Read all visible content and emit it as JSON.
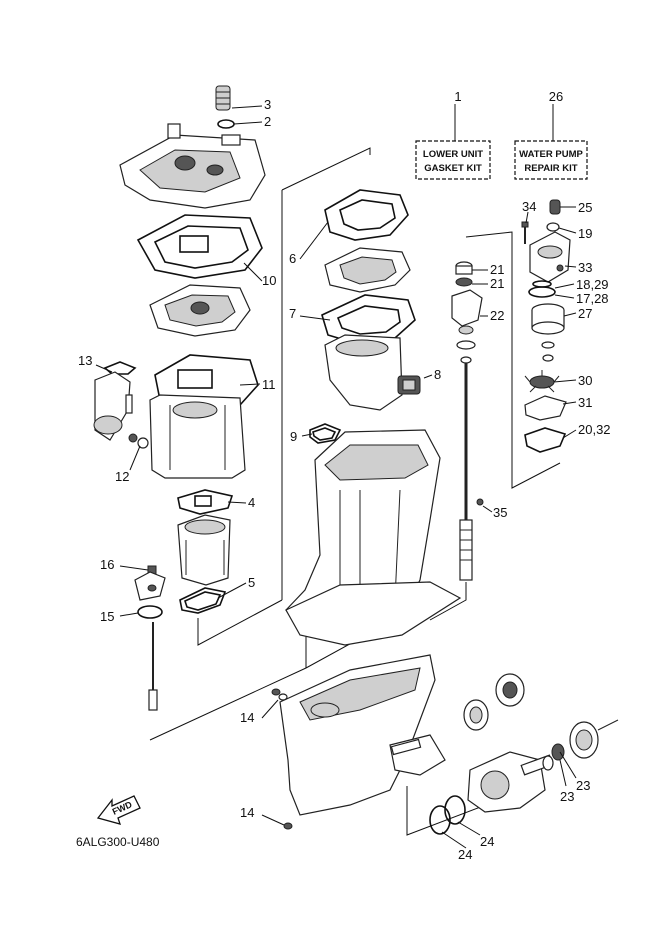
{
  "diagram": {
    "reference_code": "6ALG300-U480",
    "direction_marker": "FWD",
    "kits": [
      {
        "callout": "1",
        "line1": "LOWER UNIT",
        "line2": "GASKET KIT"
      },
      {
        "callout": "26",
        "line1": "WATER PUMP",
        "line2": "REPAIR KIT"
      }
    ],
    "callouts": {
      "c2": "2",
      "c3": "3",
      "c4": "4",
      "c5": "5",
      "c6": "6",
      "c7": "7",
      "c8": "8",
      "c9": "9",
      "c10": "10",
      "c11": "11",
      "c12": "12",
      "c13": "13",
      "c14a": "14",
      "c14b": "14",
      "c15": "15",
      "c16": "16",
      "c17": "17,28",
      "c18": "18,29",
      "c19": "19",
      "c20": "20,32",
      "c21a": "21",
      "c21b": "21",
      "c22": "22",
      "c23a": "23",
      "c23b": "23",
      "c24a": "24",
      "c24b": "24",
      "c25": "25",
      "c27": "27",
      "c30": "30",
      "c31": "31",
      "c33": "33",
      "c34": "34",
      "c35": "35"
    }
  }
}
